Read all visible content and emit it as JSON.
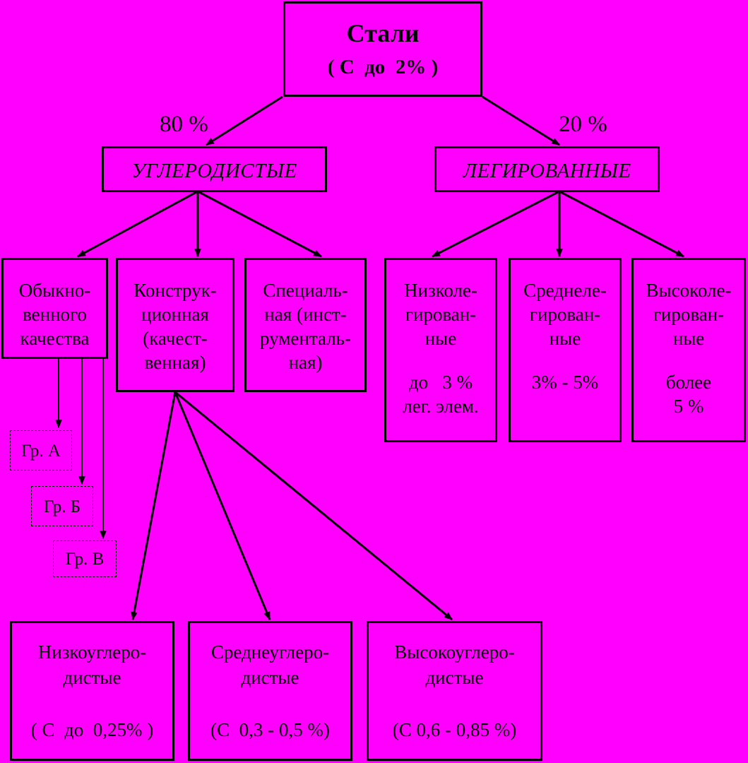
{
  "root": {
    "title": "Стали",
    "subtitle": "( С  до  2% )"
  },
  "percents": {
    "left": "80 %",
    "right": "20 %"
  },
  "categories": {
    "carbon": "УГЛЕРОДИСТЫЕ",
    "alloy": "ЛЕГИРОВАННЫЕ"
  },
  "carbon_types": {
    "ordinary": [
      "Обыкно-",
      "венного",
      "качества"
    ],
    "structural": [
      "Конструк-",
      "ционная",
      "(качест-",
      "венная)"
    ],
    "special": [
      "Специаль-",
      "ная (инст-",
      "рументаль-",
      "ная)"
    ]
  },
  "groups": [
    "Гр. А",
    "Гр. Б",
    "Гр. В"
  ],
  "alloy_types": {
    "low": [
      "Низколе-",
      "гирован-",
      "ные",
      "до   3 %",
      "лег. элем."
    ],
    "medium": [
      "Среднеле-",
      "гирован-",
      "ные",
      "3% - 5%"
    ],
    "high": [
      "Высоколе-",
      "гирован-",
      "ные",
      "более",
      "5 %"
    ]
  },
  "carbon_levels": {
    "low": [
      "Низкоуглеро-",
      "дистые",
      "( С  до  0,25% )"
    ],
    "medium": [
      "Среднеуглеро-",
      "дистые",
      "(С  0,3 - 0,5 %)"
    ],
    "high": [
      "Высокоуглеро-",
      "дистые",
      "(С 0,6 - 0,85 %)"
    ]
  }
}
